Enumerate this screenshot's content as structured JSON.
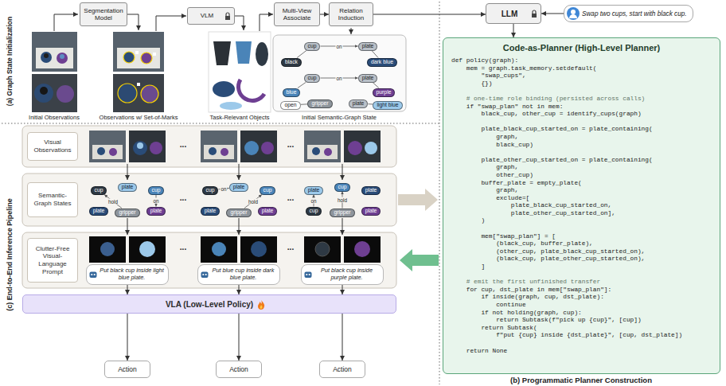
{
  "diagram": {
    "nodes": [
      {
        "text": [
          "Segmentation Model"
        ]
      },
      {
        "text": [
          "VLM"
        ]
      },
      {
        "text": [
          "Multi-View Associate"
        ]
      },
      {
        "text": [
          "Relation Induction"
        ]
      },
      {
        "text": [
          "LLM"
        ]
      },
      {
        "text": [
          "Swap two cups, start with black cup."
        ]
      },
      {
        "text": [
          "cup"
        ]
      },
      {
        "text": [
          "plate"
        ]
      },
      {
        "text": [
          "black"
        ]
      },
      {
        "text": [
          "dark blue"
        ]
      },
      {
        "text": [
          "cup"
        ]
      },
      {
        "text": [
          "plate"
        ]
      },
      {
        "text": [
          "blue"
        ]
      },
      {
        "text": [
          "purple"
        ]
      },
      {
        "text": [
          "gripper"
        ]
      },
      {
        "text": [
          "open"
        ]
      },
      {
        "text": [
          "plate"
        ]
      },
      {
        "text": [
          "light blue"
        ]
      },
      {
        "text": [
          "Visual Observations"
        ]
      },
      {
        "text": [
          "Semantic-Graph States"
        ]
      },
      {
        "text": [
          "cup"
        ]
      },
      {
        "text": [
          "plate"
        ]
      },
      {
        "text": [
          "cup"
        ]
      },
      {
        "text": [
          "plate"
        ]
      },
      {
        "text": [
          "gripper"
        ]
      },
      {
        "text": [
          "plate"
        ]
      },
      {
        "text": [
          "cup"
        ]
      },
      {
        "text": [
          "plate"
        ]
      },
      {
        "text": [
          "cup"
        ]
      },
      {
        "text": [
          "plate"
        ]
      },
      {
        "text": [
          "gripper"
        ]
      },
      {
        "text": [
          "plate"
        ]
      },
      {
        "text": [
          "plate"
        ]
      },
      {
        "text": [
          "cup"
        ]
      },
      {
        "text": [
          "plate"
        ]
      },
      {
        "text": [
          "cup"
        ]
      },
      {
        "text": [
          "gripper"
        ]
      },
      {
        "text": [
          "plate"
        ]
      },
      {
        "text": [
          "Clutter-Free Visual-Language Prompt"
        ]
      },
      {
        "text": [
          "Put black cup inside light blue plate."
        ]
      },
      {
        "text": [
          "Put blue cup inside dark blue plate."
        ]
      },
      {
        "text": [
          "Put black cup inside purple plate."
        ]
      },
      {
        "text": [
          "VLA (Low-Level Policy)"
        ]
      },
      {
        "text": [
          "Action"
        ]
      },
      {
        "text": [
          "Action"
        ]
      },
      {
        "text": [
          "Action"
        ]
      },
      {
        "text": [
          "Code-as-Planner (High-Level Planner)",
          "def policy(graph):",
          "    mem = graph.task_memory.setdefault(",
          "        \"swap_cups\",",
          "        {})",
          "    # one-time role binding (persisted across calls)",
          "    if \"swap_plan\" not in mem:",
          "        black_cup, other_cup = identify_cups(graph)",
          "        plate_black_cup_started_on = plate_containing(",
          "            graph,",
          "            black_cup)",
          "        plate_other_cup_started_on = plate_containing(",
          "            graph,",
          "            other_cup)",
          "        buffer_plate = empty_plate(",
          "            graph,",
          "            exclude=[",
          "                plate_black_cup_started_on,",
          "                plate_other_cup_started_on],",
          "        )",
          "        mem[\"swap_plan\"] = [",
          "            (black_cup, buffer_plate),",
          "            (other_cup, plate_black_cup_started_on),",
          "            (black_cup, plate_other_cup_started_on),",
          "        ]",
          "    # emit the first unfinished transfer",
          "    for cup, dst_plate in mem[\"swap_plan\"]:",
          "        if inside(graph, cup, dst_plate):",
          "            continue",
          "        if not holding(graph, cup):",
          "            return Subtask(f\"pick up {cup}\", [cup])",
          "        return Subtask(",
          "            f\"put {cup} inside {dst_plate}\", [cup, dst_plate])",
          "    return None"
        ]
      }
    ],
    "edges": [
      {
        "from": 2,
        "to": 3,
        "arrow": "to"
      },
      {
        "from": 3,
        "to": 4,
        "arrow": "to"
      },
      {
        "from": 5,
        "to": 4,
        "arrow": "to"
      },
      {
        "from": 4,
        "to": 46,
        "arrow": "to"
      },
      {
        "from": 6,
        "to": 7,
        "label": "on",
        "arrow": "to"
      },
      {
        "from": 8,
        "to": 6,
        "arrow": "none"
      },
      {
        "from": 9,
        "to": 7,
        "arrow": "none"
      },
      {
        "from": 10,
        "to": 11,
        "label": "on",
        "arrow": "to"
      },
      {
        "from": 12,
        "to": 10,
        "arrow": "none"
      },
      {
        "from": 13,
        "to": 11,
        "arrow": "none"
      },
      {
        "from": 14,
        "to": 15,
        "arrow": "none"
      },
      {
        "from": 16,
        "to": 17,
        "arrow": "none"
      },
      {
        "from": 24,
        "to": 20,
        "label": "hold",
        "arrow": "to"
      },
      {
        "from": 22,
        "to": 25,
        "label": "on",
        "arrow": "to"
      },
      {
        "from": 26,
        "to": 27,
        "label": "on",
        "arrow": "to"
      },
      {
        "from": 30,
        "to": 28,
        "label": "hold",
        "arrow": "to"
      },
      {
        "from": 35,
        "to": 32,
        "label": "on",
        "arrow": "to"
      },
      {
        "from": 36,
        "to": 33,
        "label": "hold",
        "arrow": "to"
      },
      {
        "from": 39,
        "to": 42,
        "arrow": "to"
      },
      {
        "from": 40,
        "to": 42,
        "arrow": "to"
      },
      {
        "from": 41,
        "to": 42,
        "arrow": "to"
      },
      {
        "from": 42,
        "to": 43,
        "arrow": "to"
      },
      {
        "from": 42,
        "to": 44,
        "arrow": "to"
      },
      {
        "from": 42,
        "to": 45,
        "arrow": "to"
      }
    ],
    "labels": [
      "(a) Graph State Initialization",
      "Initial Observations",
      "Observations w/ Set-of-Marks",
      "Task-Relevant Objects",
      "Initial Semantic-Graph State",
      "(c) End-to-End Inference Pipeline",
      "...",
      "...",
      "...",
      "...",
      "...",
      "...",
      "(b) Programmatic Planner Construction"
    ]
  }
}
